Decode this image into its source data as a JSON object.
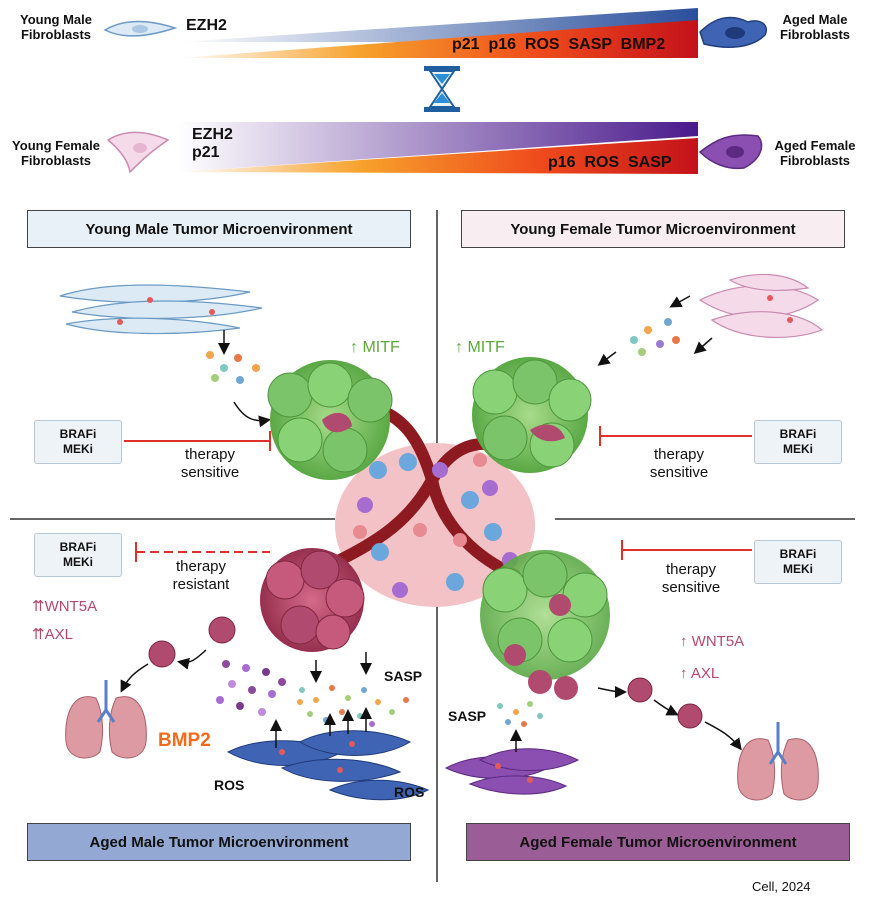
{
  "top": {
    "young_male": "Young Male\nFibroblasts",
    "aged_male": "Aged Male\nFibroblasts",
    "male_top_marker": "EZH2",
    "male_bottom_markers": "p21  p16  ROS  SASP  BMP2",
    "young_female": "Young Female\nFibroblasts",
    "aged_female": "Aged Female\nFibroblasts",
    "female_top_markers": "EZH2\np21",
    "female_bottom_markers": "p16  ROS  SASP",
    "hourglass_icon": "hourglass-icon"
  },
  "quadrants": {
    "young_male": "Young Male Tumor Microenvironment",
    "young_female": "Young Female Tumor Microenvironment",
    "aged_male": "Aged Male Tumor Microenvironment",
    "aged_female": "Aged Female Tumor Microenvironment"
  },
  "labels": {
    "mitf_left": "↑ MITF",
    "mitf_right": "↑ MITF",
    "drug": "BRAFi\nMEKi",
    "therapy_sensitive": "therapy\nsensitive",
    "therapy_resistant": "therapy\nresistant",
    "wnt5a_double": "⇈WNT5A",
    "axl_double": "⇈AXL",
    "wnt5a_single": "↑ WNT5A",
    "axl_single": "↑ AXL",
    "sasp": "SASP",
    "bmp2": "BMP2",
    "ros": "ROS",
    "citation": "Cell, 2024"
  },
  "colors": {
    "young_male_box": "#e8f1f8",
    "young_female_box": "#f8eef2",
    "aged_male_box": "#93a9d3",
    "aged_female_box": "#9b5d96",
    "inhibit_red": "#e0302a",
    "tumor_green": "#7cc46a",
    "tumor_purple": "#b04a6e",
    "bmp2_orange": "#f26a1b",
    "mitf_green": "#5ea83a"
  }
}
